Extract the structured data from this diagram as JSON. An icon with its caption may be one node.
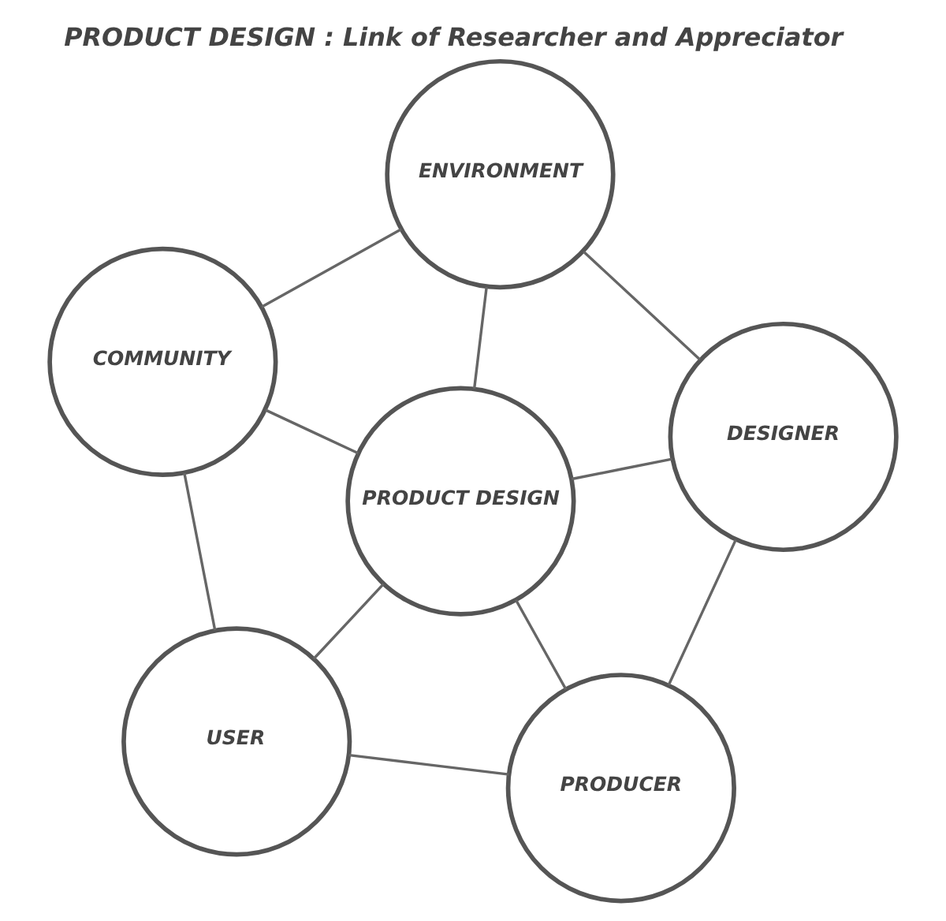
{
  "diagram": {
    "title": "PRODUCT DESIGN : Link of Researcher and Appreciator",
    "nodes": [
      {
        "text": [
          "USER"
        ]
      },
      {
        "text": [
          "PRODUCER"
        ]
      },
      {
        "text": [
          "PRODUCT DESIGN"
        ]
      },
      {
        "text": [
          "COMMUNITY"
        ]
      },
      {
        "text": [
          "DESIGNER"
        ]
      },
      {
        "text": [
          "ENVIRONMENT"
        ]
      }
    ],
    "edges": [
      {
        "from": 1,
        "to": 0,
        "arrow": "none"
      },
      {
        "from": 0,
        "to": 2,
        "arrow": "none"
      },
      {
        "from": 0,
        "to": 3,
        "arrow": "none"
      },
      {
        "from": 1,
        "to": 2,
        "arrow": "none"
      },
      {
        "from": 1,
        "to": 4,
        "arrow": "none"
      },
      {
        "from": 2,
        "to": 3,
        "arrow": "none"
      },
      {
        "from": 2,
        "to": 4,
        "arrow": "none"
      },
      {
        "from": 2,
        "to": 5,
        "arrow": "none"
      },
      {
        "from": 4,
        "to": 5,
        "arrow": "none"
      },
      {
        "from": 3,
        "to": 5,
        "arrow": "none"
      }
    ]
  }
}
